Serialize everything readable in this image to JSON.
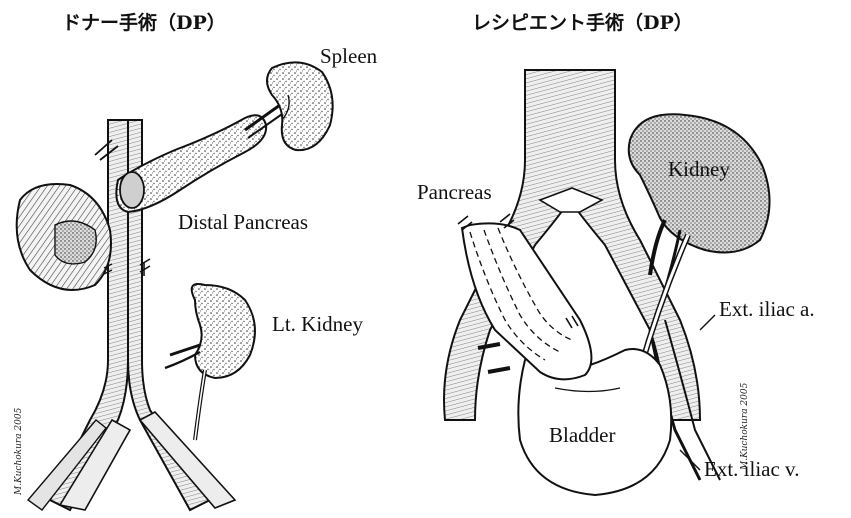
{
  "panels": {
    "donor": {
      "title": "ドナー手術（DP）",
      "labels": {
        "spleen": "Spleen",
        "distal_pancreas": "Distal Pancreas",
        "kidney": "Lt. Kidney"
      }
    },
    "recipient": {
      "title": "レシピエント手術（DP）",
      "labels": {
        "pancreas": "Pancreas",
        "kidney": "Kidney",
        "ext_iliac_a": "Ext. iliac a.",
        "ext_iliac_v": "Ext. iliac v.",
        "bladder": "Bladder"
      }
    }
  },
  "signatures": {
    "donor": "M.Kuchokura 2005",
    "recipient": "M.Kuchokura 2005"
  }
}
